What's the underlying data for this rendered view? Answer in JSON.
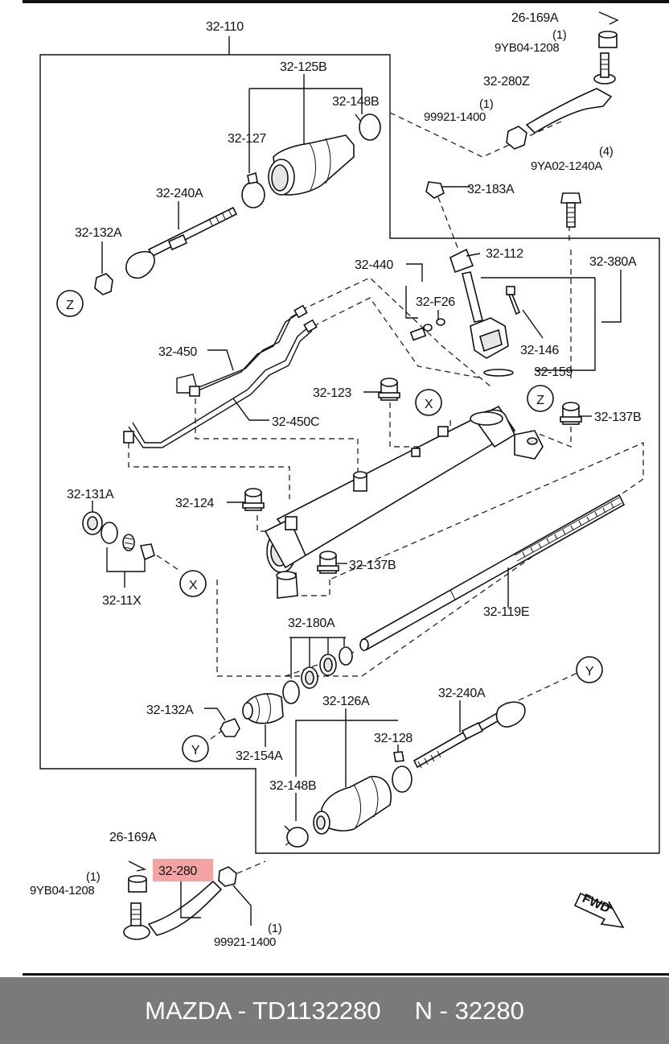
{
  "labels": {
    "assembly": "32-110",
    "boot_right": "32-125B",
    "clamp_right": "32-148B",
    "clip_right": "32-127",
    "tie_rod_right": "32-240A",
    "lock_washer_right": "32-132A",
    "split_pin_right": "26-169A",
    "nut_right_qty": "(1)",
    "nut_right_code": "9YB04-1208",
    "tie_rod_end_right": "32-280Z",
    "lock_nut_right_qty": "(1)",
    "lock_nut_right_code": "99921-1400",
    "bolt_qty": "(4)",
    "bolt_code": "9YA02-1240A",
    "pipe_clip": "32-183A",
    "pinion_cover": "32-112",
    "valve_assembly": "32-380A",
    "pipe_fitting": "32-440",
    "fitting_f26": "32-F26",
    "bolt_146": "32-146",
    "gasket": "32-159",
    "pipe_a": "32-450",
    "pipe_c": "32-450C",
    "mount_bushing": "32-123",
    "marker_x": "X",
    "marker_z": "Z",
    "mount_137b": "32-137B",
    "adjust_cover": "32-131A",
    "mount_124": "32-124",
    "yoke_set": "32-11X",
    "mount_137b_b": "32-137B",
    "seal_kit": "32-180A",
    "rack": "32-119E",
    "marker_y": "Y",
    "lock_washer_left": "32-132A",
    "boot_left": "32-126A",
    "clip_left": "32-128",
    "tie_rod_left": "32-240A",
    "bellows": "32-154A",
    "clamp_left": "32-148B",
    "split_pin_left": "26-169A",
    "tie_rod_end_left": "32-280",
    "nut_left_qty": "(1)",
    "nut_left_code": "9YB04-1208",
    "lock_nut_left_qty": "(1)",
    "lock_nut_left_code": "99921-1400",
    "fwd": "FWD"
  },
  "highlight_color": "#f4a3a3",
  "footer": {
    "brand_part": "MAZDA - TD1132280",
    "ref": "N - 32280"
  }
}
